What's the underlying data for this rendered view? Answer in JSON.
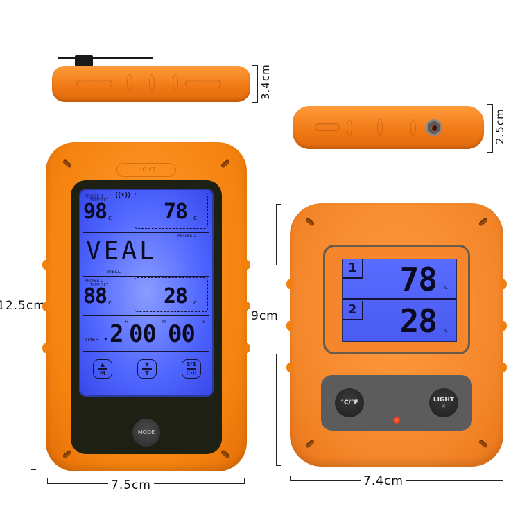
{
  "dimensions": {
    "top_side_thickness": "3.4cm",
    "right_side_thickness": "2.5cm",
    "large_height": "12.5cm",
    "large_width": "7.5cm",
    "small_height": "9cm",
    "small_width": "7.4cm"
  },
  "large_device": {
    "light_label": "LIGHT",
    "probe1": {
      "label": "PROBE 1",
      "temp_set_label": "TEMP SET",
      "set_value": "98",
      "current_value": "78",
      "unit": "c",
      "signal_icon": "wireless-signal-icon"
    },
    "probe2_top_label": "PROBE 2",
    "meat": {
      "name": "VEAL",
      "doneness": "WELL"
    },
    "probe2": {
      "label": "PROBE 2",
      "temp_set_label": "TEMP SET",
      "set_value": "88",
      "current_value": "28",
      "unit": "c"
    },
    "timer": {
      "label": "TMER",
      "hours": "2",
      "minutes": "00",
      "seconds": "00",
      "h_label": "H",
      "m_label": "M",
      "s_label": "S"
    },
    "touch_buttons": [
      {
        "top": "▲",
        "bottom": "M"
      },
      {
        "top": "▼",
        "bottom": "T"
      },
      {
        "top": "S/S",
        "bottom": "((•))"
      }
    ],
    "mode_button": "MODE"
  },
  "small_device": {
    "probes": [
      {
        "index": "1",
        "value": "78",
        "unit": "c"
      },
      {
        "index": "2",
        "value": "28",
        "unit": "c"
      }
    ],
    "unit_button": "°C/°F",
    "light_button": "LIGHT",
    "light_button_sub": "☼",
    "colors": {
      "body": "#f4862a",
      "lcd": "#4a5cf0",
      "panel": "#5c5c5c",
      "led": "#e83a18"
    }
  },
  "colors": {
    "orange_body": "#f5830f",
    "lcd_blue": "#5066ff",
    "bezel": "#1e2014"
  }
}
